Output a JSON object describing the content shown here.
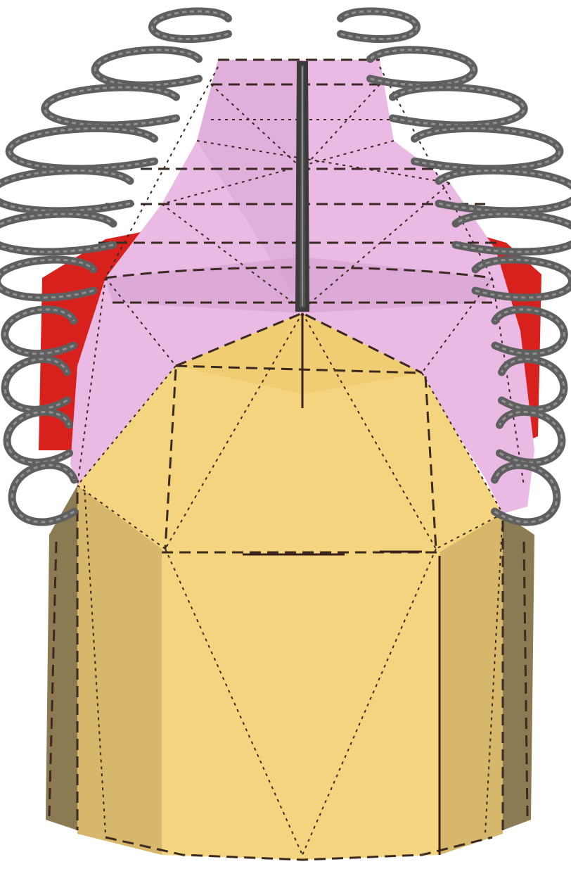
{
  "figure": {
    "parts": [
      {
        "name": "rib-cage",
        "color": "#5f5f5f"
      },
      {
        "name": "lung-volume",
        "color": "#e8b8e0"
      },
      {
        "name": "heart-side",
        "color": "#d8201c"
      },
      {
        "name": "abdomen-cylinder",
        "color": "#f3d37a"
      }
    ]
  }
}
